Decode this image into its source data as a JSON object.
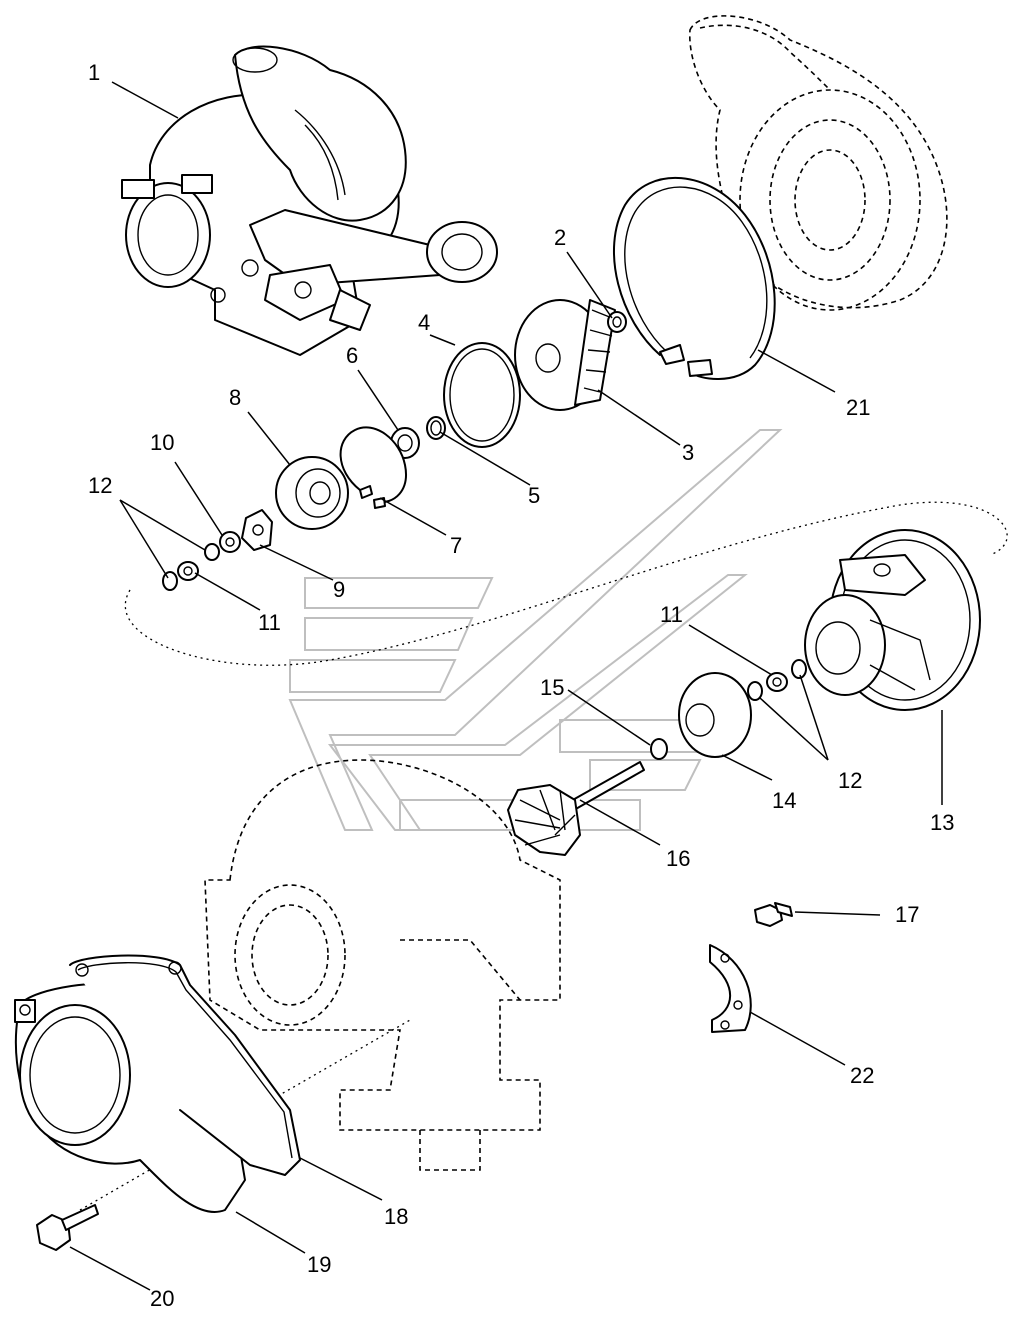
{
  "diagram": {
    "parts": [
      {
        "id": "p1",
        "number": "1"
      },
      {
        "id": "p2",
        "number": "2"
      },
      {
        "id": "p3",
        "number": "3"
      },
      {
        "id": "p4",
        "number": "4"
      },
      {
        "id": "p5",
        "number": "5"
      },
      {
        "id": "p6",
        "number": "6"
      },
      {
        "id": "p7",
        "number": "7"
      },
      {
        "id": "p8",
        "number": "8"
      },
      {
        "id": "p9",
        "number": "9"
      },
      {
        "id": "p10",
        "number": "10"
      },
      {
        "id": "p11a",
        "number": "11"
      },
      {
        "id": "p11b",
        "number": "11"
      },
      {
        "id": "p12a",
        "number": "12"
      },
      {
        "id": "p12b",
        "number": "12"
      },
      {
        "id": "p13",
        "number": "13"
      },
      {
        "id": "p14",
        "number": "14"
      },
      {
        "id": "p15",
        "number": "15"
      },
      {
        "id": "p16",
        "number": "16"
      },
      {
        "id": "p17",
        "number": "17"
      },
      {
        "id": "p18",
        "number": "18"
      },
      {
        "id": "p19",
        "number": "19"
      },
      {
        "id": "p20",
        "number": "20"
      },
      {
        "id": "p21",
        "number": "21"
      },
      {
        "id": "p22",
        "number": "22"
      }
    ],
    "colors": {
      "line": "#000000",
      "background": "#ffffff",
      "watermark": "#bfbfbf"
    }
  }
}
